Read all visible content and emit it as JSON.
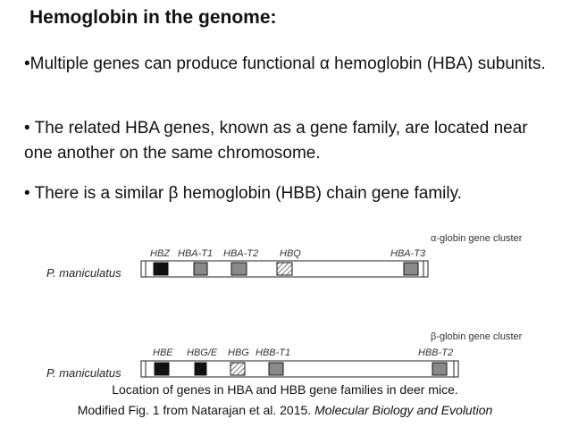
{
  "slide": {
    "title": "Hemoglobin in the genome:",
    "bullets": [
      "•Multiple genes can produce functional α hemoglobin (HBA) subunits.",
      "• The related HBA genes, known as a gene family, are located near one another on the same chromosome.",
      "• There is a similar β hemoglobin (HBB) chain gene family."
    ]
  },
  "figure": {
    "alpha_cluster": {
      "label": "α-globin gene cluster",
      "species": "P. maniculatus",
      "genes": [
        {
          "name": "HBZ",
          "fill": "black"
        },
        {
          "name": "HBA-T1",
          "fill": "gray"
        },
        {
          "name": "HBA-T2",
          "fill": "gray"
        },
        {
          "name": "HBQ",
          "fill": "hatched"
        },
        {
          "name": "HBA-T3",
          "fill": "gray"
        }
      ]
    },
    "beta_cluster": {
      "label": "β-globin gene cluster",
      "species": "P. maniculatus",
      "genes": [
        {
          "name": "HBE",
          "fill": "black"
        },
        {
          "name": "HBG/E",
          "fill": "black"
        },
        {
          "name": "HBG",
          "fill": "hatched"
        },
        {
          "name": "HBB-T1",
          "fill": "gray"
        },
        {
          "name": "HBB-T2",
          "fill": "gray"
        }
      ]
    }
  },
  "caption": {
    "line1": "Location of genes in HBA and HBB gene families in deer mice.",
    "line2_prefix": "Modified Fig. 1 from  Natarajan et al. 2015. ",
    "line2_journal": "Molecular Biology and Evolution"
  },
  "colors": {
    "black_fill": "#111111",
    "gray_fill": "#8a8a8a",
    "hatch": "#555555"
  }
}
